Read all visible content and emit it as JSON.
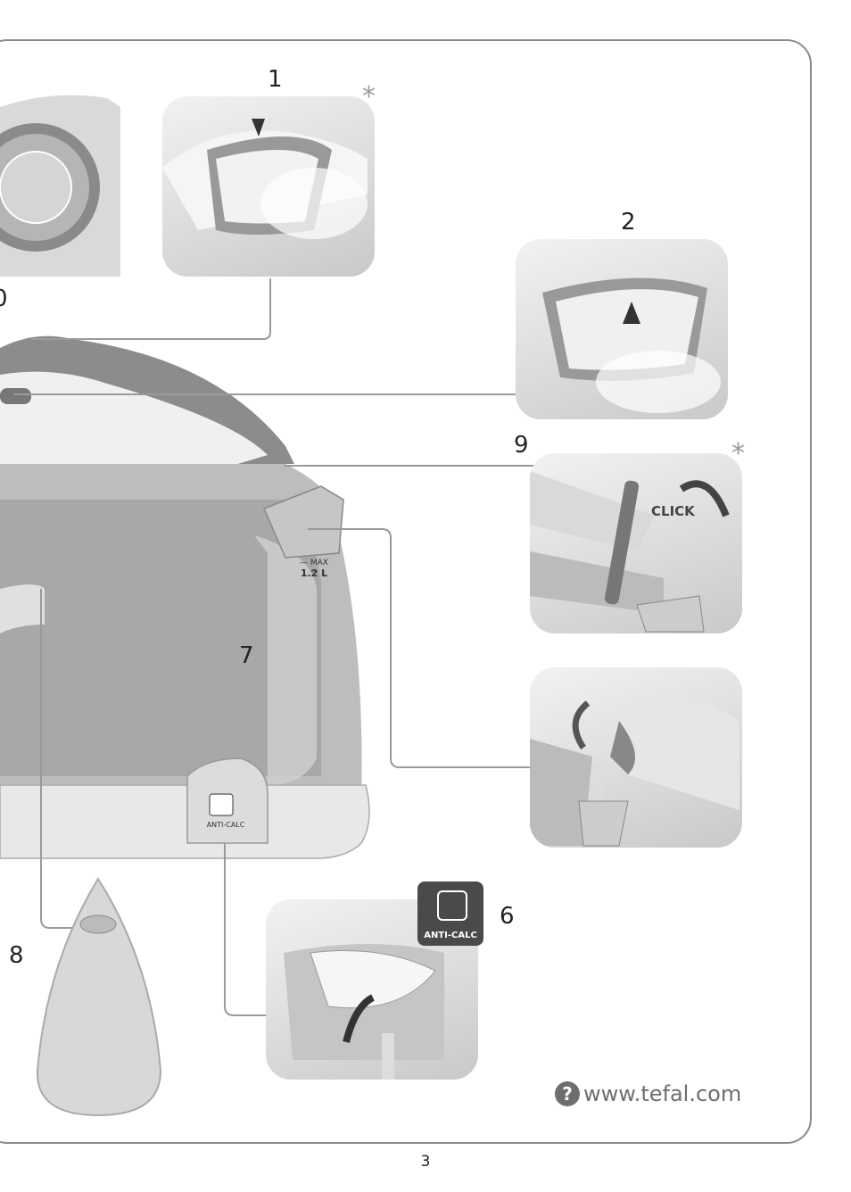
{
  "callouts": {
    "n1": "1",
    "n2": "2",
    "n9": "9",
    "n7": "7",
    "n6": "6",
    "n8": "8",
    "n0": "0"
  },
  "asterisk": "*",
  "panel_labels": {
    "click": "CLICK",
    "max_top": "— MAX —",
    "max_value": "1.2 L",
    "anticalc_small": "ANTI-CALC",
    "anticalc_badge": "ANTI-CALC"
  },
  "footer": {
    "help_icon": "?",
    "url": "www.tefal.com"
  },
  "page_number": "3",
  "colors": {
    "frame": "#8a8a8a",
    "line": "#9a9a9a",
    "dark_grey": "#4a4a4a"
  }
}
